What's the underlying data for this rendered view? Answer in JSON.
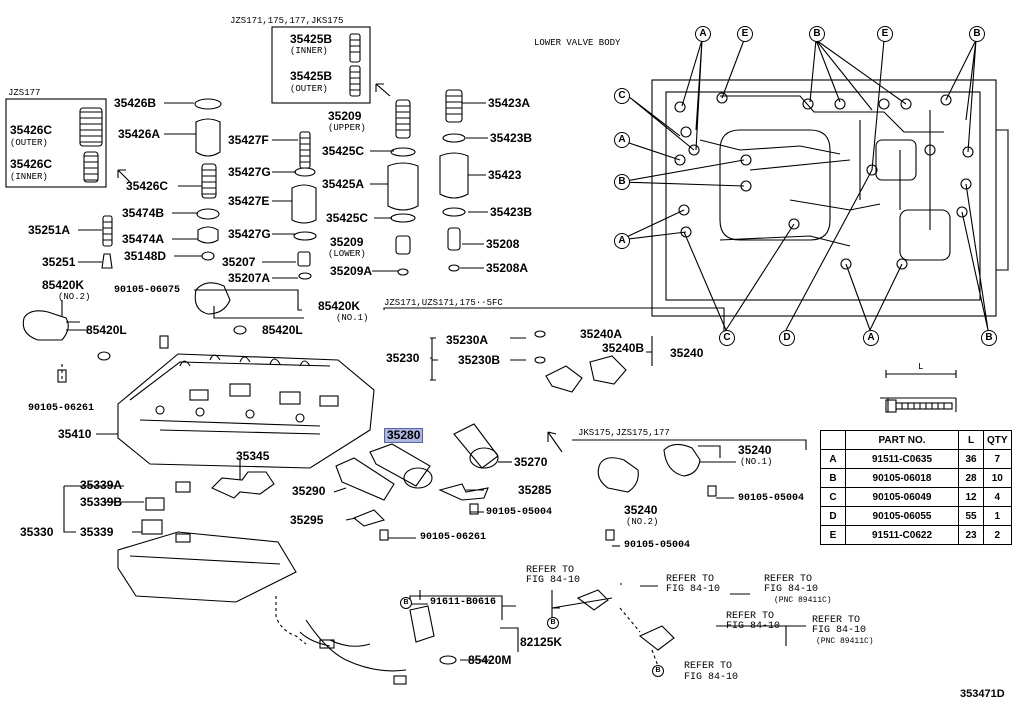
{
  "variant_labels": {
    "jzs177": "JZS177",
    "top_group": "JZS171,175,177,JKS175",
    "solenoid_group": "JZS171,UZS171,175··5FC",
    "jks_group": "JKS175,JZS175,177",
    "lower_valve_body": "LOWER VALVE BODY"
  },
  "parts": {
    "p35426B": "35426B",
    "p35426C_outer": "35426C",
    "p35426C_outer_note": "(OUTER)",
    "p35426C_inner": "35426C",
    "p35426C_inner_note": "(INNER)",
    "p35426A": "35426A",
    "p35426C": "35426C",
    "p35474B": "35474B",
    "p35474A": "35474A",
    "p35148D": "35148D",
    "p35251A": "35251A",
    "p35251": "35251",
    "p85420K_no2": "85420K",
    "p85420K_no2_note": "(NO.2)",
    "p85420L_left": "85420L",
    "p90105_06075": "90105-06075",
    "p85420K_no1": "85420K",
    "p85420K_no1_note": "(NO.1)",
    "p85420L_right": "85420L",
    "p90105_06261_left": "90105-06261",
    "p35410": "35410",
    "p35425B_inner": "35425B",
    "p35425B_inner_note": "(INNER)",
    "p35425B_outer": "35425B",
    "p35425B_outer_note": "(OUTER)",
    "p35427F": "35427F",
    "p35427G_a": "35427G",
    "p35427E": "35427E",
    "p35427G_b": "35427G",
    "p35207": "35207",
    "p35207A": "35207A",
    "p35209_upper": "35209",
    "p35209_upper_note": "(UPPER)",
    "p35425C_a": "35425C",
    "p35425A": "35425A",
    "p35425C_b": "35425C",
    "p35209_lower": "35209",
    "p35209_lower_note": "(LOWER)",
    "p35209A": "35209A",
    "p35423A": "35423A",
    "p35423B_a": "35423B",
    "p35423": "35423",
    "p35423B_b": "35423B",
    "p35208": "35208",
    "p35208A": "35208A",
    "p35230A": "35230A",
    "p35240A": "35240A",
    "p35230": "35230",
    "p35230B": "35230B",
    "p35240B": "35240B",
    "p35240": "35240",
    "p35280": "35280",
    "p35270": "35270",
    "p35345": "35345",
    "p35290": "35290",
    "p35285": "35285",
    "p35295": "35295",
    "p90105_05004_mid": "90105-05004",
    "p90105_06261_mid": "90105-06261",
    "p35339A": "35339A",
    "p35339B": "35339B",
    "p35330": "35330",
    "p35339": "35339",
    "p35240_no1": "35240",
    "p35240_no1_note": "(NO.1)",
    "p90105_05004_r1": "90105-05004",
    "p35240_no2": "35240",
    "p35240_no2_note": "(NO.2)",
    "p90105_05004_r2": "90105-05004",
    "p91611_B0616": "91611-B0616",
    "p82125K": "82125K",
    "p85420M": "85420M"
  },
  "refer_notes": {
    "r1_line1": "REFER TO",
    "r1_line2": "FIG 84-10",
    "r2_line1": "REFER TO",
    "r2_line2": "FIG 84-10",
    "r3_line1": "REFER TO",
    "r3_line2": "FIG 84-10",
    "r3_line3": "(PNC 89411C)",
    "r4_line1": "REFER TO",
    "r4_line2": "FIG 84-10",
    "r5_line1": "REFER TO",
    "r5_line2": "FIG 84-10",
    "r5_line3": "(PNC 89411C)",
    "r6_line1": "REFER TO",
    "r6_line2": "FIG 84-10"
  },
  "callout_letters": [
    "A",
    "B",
    "C",
    "D",
    "E"
  ],
  "bolt_dimension_label": "L",
  "bolt_table": {
    "headers": [
      "",
      "PART NO.",
      "L",
      "QTY"
    ],
    "rows": [
      [
        "A",
        "91511-C0635",
        "36",
        "7"
      ],
      [
        "B",
        "90105-06018",
        "28",
        "10"
      ],
      [
        "C",
        "90105-06049",
        "12",
        "4"
      ],
      [
        "D",
        "90105-06055",
        "55",
        "1"
      ],
      [
        "E",
        "91511-C0622",
        "23",
        "2"
      ]
    ]
  },
  "figure_code": "353471D"
}
